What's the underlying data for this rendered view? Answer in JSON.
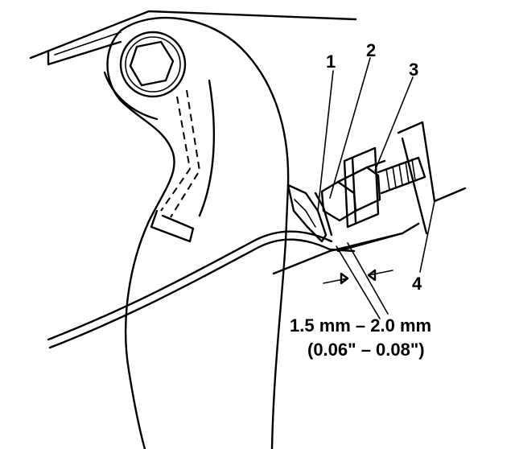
{
  "labels": {
    "callout_1": "1",
    "callout_2": "2",
    "callout_3": "3",
    "callout_4": "4",
    "dimension_mm": "1.5 mm – 2.0 mm",
    "dimension_in": "(0.06\" – 0.08\")"
  },
  "colors": {
    "ink": "#000000",
    "paper": "#ffffff"
  }
}
